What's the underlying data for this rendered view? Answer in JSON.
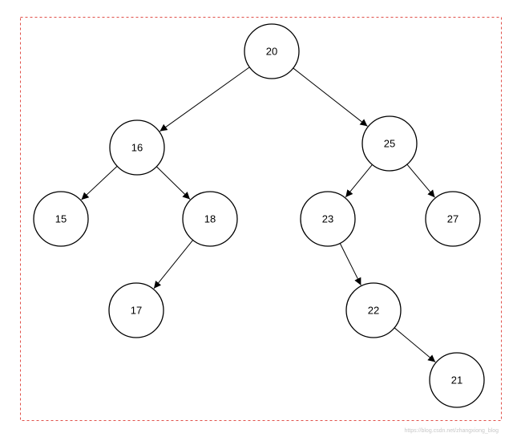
{
  "colors": {
    "frame": "#e0504a",
    "node_stroke": "#000000",
    "node_fill": "#ffffff",
    "edge": "#000000",
    "watermark": "#c8c8c8"
  },
  "tree": {
    "nodes": [
      {
        "id": "n20",
        "label": "20"
      },
      {
        "id": "n16",
        "label": "16"
      },
      {
        "id": "n25",
        "label": "25"
      },
      {
        "id": "n15",
        "label": "15"
      },
      {
        "id": "n18",
        "label": "18"
      },
      {
        "id": "n23",
        "label": "23"
      },
      {
        "id": "n27",
        "label": "27"
      },
      {
        "id": "n17",
        "label": "17"
      },
      {
        "id": "n22",
        "label": "22"
      },
      {
        "id": "n21",
        "label": "21"
      }
    ],
    "edges": [
      {
        "from": "n20",
        "to": "n16"
      },
      {
        "from": "n20",
        "to": "n25"
      },
      {
        "from": "n16",
        "to": "n15"
      },
      {
        "from": "n16",
        "to": "n18"
      },
      {
        "from": "n25",
        "to": "n23"
      },
      {
        "from": "n25",
        "to": "n27"
      },
      {
        "from": "n18",
        "to": "n17"
      },
      {
        "from": "n23",
        "to": "n22"
      },
      {
        "from": "n22",
        "to": "n21"
      }
    ]
  },
  "watermark": "https://blog.csdn.net/zhangxiong_blog"
}
